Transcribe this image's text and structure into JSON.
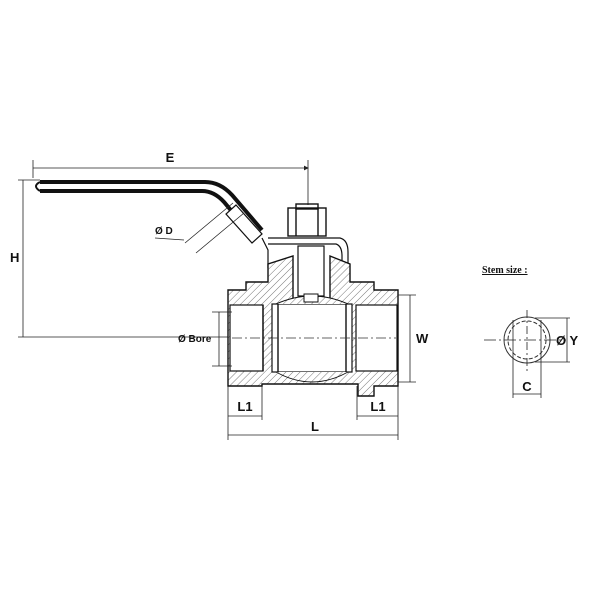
{
  "labels": {
    "E": "E",
    "H": "H",
    "D": "Ø D",
    "bore": "Ø Bore",
    "W": "W",
    "L1_left": "L1",
    "L1_right": "L1",
    "L": "L",
    "stem_title": "Stem size :",
    "Y": "Ø Y",
    "C": "C"
  }
}
